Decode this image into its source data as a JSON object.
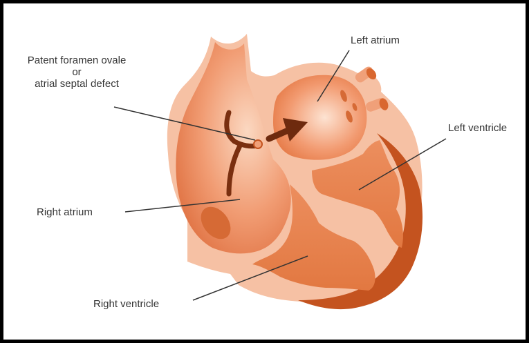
{
  "labels": {
    "pfo_line1": "Patent foramen ovale",
    "pfo_line2": "or",
    "pfo_line3": "atrial septal defect",
    "left_atrium": "Left atrium",
    "left_ventricle": "Left ventricle",
    "right_atrium": "Right atrium",
    "right_ventricle": "Right ventricle"
  },
  "colors": {
    "background": "#ffffff",
    "frame": "#000000",
    "outer_tissue": "#f6c1a4",
    "chamber": "#e9814f",
    "dark_wall": "#c4531f",
    "shunt_path": "#7a2f10",
    "leader_line": "#333333"
  }
}
